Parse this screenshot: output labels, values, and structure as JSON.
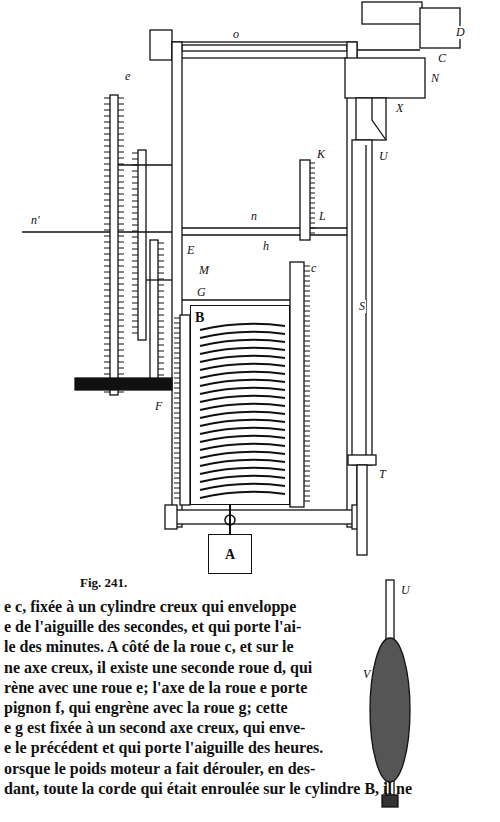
{
  "diagram": {
    "nodes": [
      {
        "text": [
          "B"
        ]
      },
      {
        "text": [
          "A"
        ]
      }
    ],
    "edges": [
      {
        "from": 0,
        "to": 1,
        "arrow": "none"
      }
    ],
    "labels": [
      "o",
      "D",
      "C",
      "X",
      "N",
      "U",
      "S",
      "T",
      "K",
      "L",
      "h",
      "n",
      "n'",
      "E",
      "F",
      "M",
      "G",
      "c",
      "e",
      "U",
      "V",
      "Fig. 241.",
      "e c, fixée à un cylindre creux qui enveloppe",
      "e de l'aiguille des secondes, et qui porte l'ai-",
      "le des minutes. A côté de la roue c, et sur le",
      "ne axe creux, il existe une seconde roue d, qui",
      "rène avec une roue e; l'axe de la roue e porte",
      "pignon f, qui engrène avec la roue g; cette",
      "e g est fixée à un second axe creux, qui enve-",
      "e le précédent et qui porte l'aiguille des heures.",
      "orsque le poids moteur a fait dérouler, en des-",
      "dant, toute la corde qui était enroulée sur le cylindre B, il ne"
    ]
  }
}
